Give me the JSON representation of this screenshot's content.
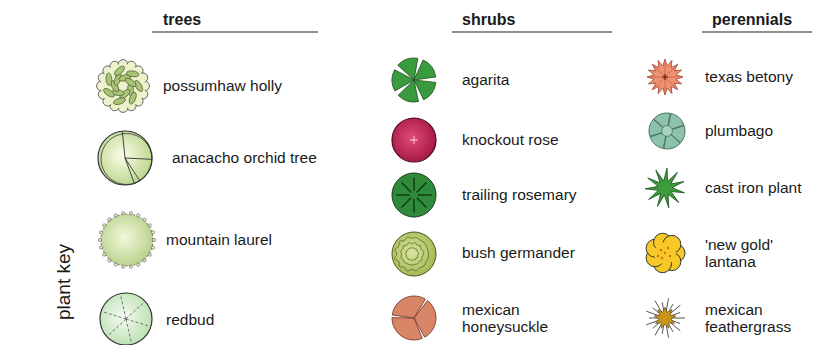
{
  "diagram": {
    "title": "plant key",
    "labels": [
      "trees",
      "shrubs",
      "perennials"
    ],
    "legend": [
      {
        "text": "possumhaw holly"
      },
      {
        "text": "anacacho orchid tree"
      },
      {
        "text": "mountain laurel"
      },
      {
        "text": "redbud"
      },
      {
        "text": "agarita"
      },
      {
        "text": "knockout rose"
      },
      {
        "text": "trailing rosemary"
      },
      {
        "text": "bush germander"
      },
      {
        "text": "mexican honeysuckle"
      },
      {
        "text": "texas betony"
      },
      {
        "text": "plumbago"
      },
      {
        "text": "cast iron plant"
      },
      {
        "text": "'new gold' lantana"
      },
      {
        "text": "mexican feathergrass"
      }
    ]
  }
}
